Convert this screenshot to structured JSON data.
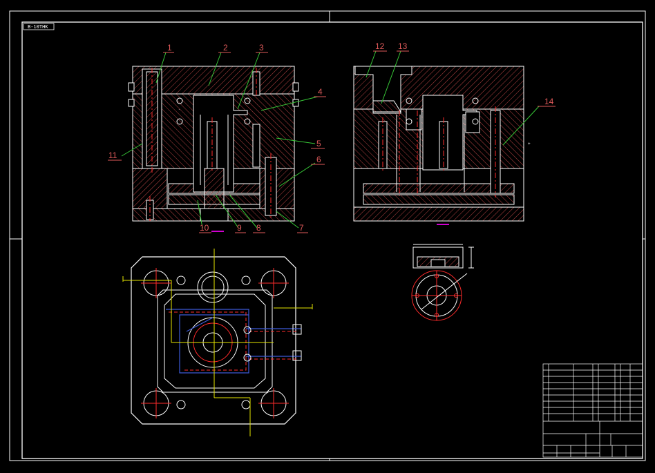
{
  "drawing_code": "B-10THK",
  "part_labels": [
    "1",
    "2",
    "3",
    "4",
    "5",
    "6",
    "7",
    "8",
    "9",
    "10",
    "11",
    "12",
    "13",
    "14"
  ],
  "colors": {
    "background": "#000000",
    "outline": "#ffffff",
    "hatch": "#c44a4a",
    "label": "#e05a5a",
    "leader": "#37c837",
    "centerline": "#ff2b2b",
    "section_mark": "#d000d0",
    "yellow": "#e6e600",
    "blue": "#3c5ad8"
  }
}
